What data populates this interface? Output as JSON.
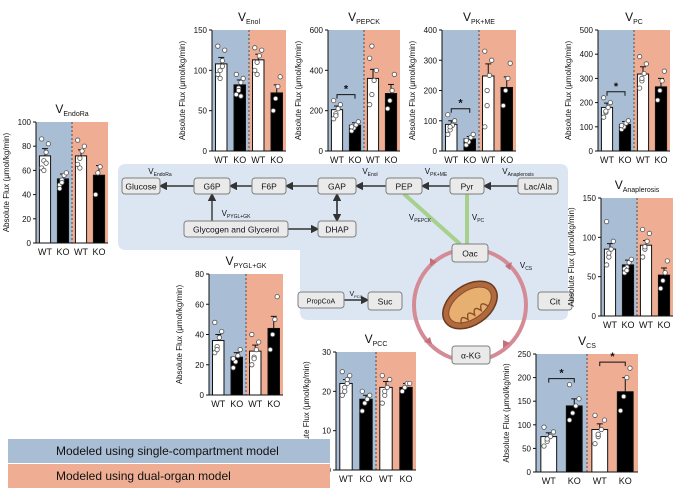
{
  "colors": {
    "single_bg": "#a9bdd4",
    "dual_bg": "#efad94",
    "diagram_bg": "#dbe6f2",
    "box_fill": "#eaeaea",
    "box_stroke": "#7f7f7f",
    "tca_ring": "#d58b95",
    "green_path": "#a8d08d",
    "dot_fill": "#ffffff",
    "bar_wt": "#ffffff",
    "bar_ko": "#000000"
  },
  "legend": {
    "single": "Modeled using single-compartment model",
    "dual": "Modeled using dual-organ model"
  },
  "diagram": {
    "nodes": {
      "glucose": "Glucose",
      "g6p": "G6P",
      "f6p": "F6P",
      "gap": "GAP",
      "pep": "PEP",
      "pyr": "Pyr",
      "lac_ala": "Lac/Ala",
      "glycogen": "Glycogen and Glycerol",
      "dhap": "DHAP",
      "oac": "Oac",
      "cit": "Cit",
      "akg": "α-KG",
      "suc": "Suc",
      "propcoa": "PropCoA"
    },
    "labels": {
      "endora": "V",
      "endora_sub": "EndoRa",
      "enol": "V",
      "enol_sub": "Enol",
      "pkme": "V",
      "pkme_sub": "PK+ME",
      "anapl": "V",
      "anapl_sub": "Anaplerosis",
      "pygl": "V",
      "pygl_sub": "PYGL+GK",
      "pepck": "V",
      "pepck_sub": "PEPCK",
      "pc": "V",
      "pc_sub": "PC",
      "cs": "V",
      "cs_sub": "CS",
      "pcc": "V",
      "pcc_sub": "PCC"
    }
  },
  "chart_data": [
    {
      "type": "bar",
      "id": "endora",
      "title_main": "V",
      "title_sub": "EndoRa",
      "ylabel": "Absolute Flux (μmol/kg/min)",
      "ylim": [
        0,
        100
      ],
      "yticks": [
        0,
        20,
        40,
        60,
        80,
        100
      ],
      "groups": [
        "single-compartment",
        "dual-organ"
      ],
      "categories": [
        "WT",
        "KO",
        "WT",
        "KO"
      ],
      "values": [
        72,
        53,
        72,
        56
      ],
      "errors": [
        6,
        4,
        5,
        8
      ],
      "points": [
        [
          62,
          68,
          75,
          82,
          86,
          60,
          66
        ],
        [
          48,
          52,
          56,
          58,
          45,
          50
        ],
        [
          65,
          70,
          76,
          80,
          85,
          62
        ],
        [
          40,
          58,
          63
        ]
      ],
      "significance": []
    },
    {
      "type": "bar",
      "id": "enol",
      "title_main": "V",
      "title_sub": "Enol",
      "ylabel": "Absolute Flux (μmol/kg/min)",
      "ylim": [
        0,
        150
      ],
      "yticks": [
        0,
        50,
        100,
        150
      ],
      "groups": [
        "single-compartment",
        "dual-organ"
      ],
      "categories": [
        "WT",
        "KO",
        "WT",
        "KO"
      ],
      "values": [
        108,
        82,
        113,
        72
      ],
      "errors": [
        8,
        6,
        7,
        10
      ],
      "points": [
        [
          95,
          100,
          112,
          125,
          130,
          90,
          105
        ],
        [
          70,
          78,
          85,
          90,
          95,
          75,
          68
        ],
        [
          100,
          110,
          118,
          125,
          128,
          95
        ],
        [
          50,
          65,
          80,
          92
        ]
      ],
      "significance": []
    },
    {
      "type": "bar",
      "id": "pepck",
      "title_main": "V",
      "title_sub": "PEPCK",
      "ylabel": "Absolute Flux (μmol/kg/min)",
      "ylim": [
        0,
        600
      ],
      "yticks": [
        0,
        200,
        400,
        600
      ],
      "groups": [
        "single-compartment",
        "dual-organ"
      ],
      "categories": [
        "WT",
        "KO",
        "WT",
        "KO"
      ],
      "values": [
        205,
        128,
        360,
        285
      ],
      "errors": [
        18,
        12,
        45,
        45
      ],
      "points": [
        [
          160,
          185,
          210,
          230,
          250,
          175
        ],
        [
          100,
          115,
          130,
          145,
          120
        ],
        [
          230,
          280,
          350,
          400,
          460,
          520
        ],
        [
          210,
          250,
          300,
          380
        ]
      ],
      "significance": [
        {
          "pair": [
            0,
            1
          ],
          "label": "*"
        }
      ]
    },
    {
      "type": "bar",
      "id": "pkme",
      "title_main": "V",
      "title_sub": "PK+ME",
      "ylabel": "Absolute Flux (μmol/kg/min)",
      "ylim": [
        0,
        400
      ],
      "yticks": [
        0,
        100,
        200,
        300,
        400
      ],
      "groups": [
        "single-compartment",
        "dual-organ"
      ],
      "categories": [
        "WT",
        "KO",
        "WT",
        "KO"
      ],
      "values": [
        88,
        40,
        248,
        210
      ],
      "errors": [
        12,
        8,
        40,
        35
      ],
      "points": [
        [
          55,
          70,
          85,
          100,
          120,
          80
        ],
        [
          20,
          30,
          45,
          55,
          35
        ],
        [
          80,
          150,
          250,
          300,
          330,
          200
        ],
        [
          150,
          200,
          240,
          290
        ]
      ],
      "significance": [
        {
          "pair": [
            0,
            1
          ],
          "label": "*"
        }
      ]
    },
    {
      "type": "bar",
      "id": "pc",
      "title_main": "V",
      "title_sub": "PC",
      "ylabel": "Absolute Flux (μmol/kg/min)",
      "ylim": [
        0,
        500
      ],
      "yticks": [
        0,
        100,
        200,
        300,
        400,
        500
      ],
      "groups": [
        "single-compartment",
        "dual-organ"
      ],
      "categories": [
        "WT",
        "KO",
        "WT",
        "KO"
      ],
      "values": [
        180,
        110,
        318,
        265
      ],
      "errors": [
        18,
        12,
        30,
        35
      ],
      "points": [
        [
          140,
          160,
          180,
          200,
          220,
          165
        ],
        [
          90,
          100,
          115,
          125,
          105
        ],
        [
          260,
          290,
          320,
          360,
          390,
          300
        ],
        [
          210,
          250,
          290,
          330
        ]
      ],
      "significance": [
        {
          "pair": [
            0,
            1
          ],
          "label": "*"
        }
      ]
    },
    {
      "type": "bar",
      "id": "anaplerosis",
      "title_main": "V",
      "title_sub": "Anaplerosis",
      "ylabel": "Absolute Flux (μmol/kg/min)",
      "ylim": [
        0,
        150
      ],
      "yticks": [
        0,
        50,
        100,
        150
      ],
      "groups": [
        "single-compartment",
        "dual-organ"
      ],
      "categories": [
        "WT",
        "KO",
        "WT",
        "KO"
      ],
      "values": [
        85,
        65,
        90,
        52
      ],
      "errors": [
        7,
        6,
        6,
        9
      ],
      "points": [
        [
          65,
          75,
          85,
          95,
          120,
          80
        ],
        [
          55,
          62,
          68,
          72,
          60,
          58
        ],
        [
          75,
          85,
          95,
          105,
          110,
          88
        ],
        [
          35,
          45,
          55,
          70
        ]
      ],
      "significance": []
    },
    {
      "type": "bar",
      "id": "pygl_gk",
      "title_main": "V",
      "title_sub": "PYGL+GK",
      "ylabel": "Absolute Flux (μmol/kg/min)",
      "ylim": [
        0,
        80
      ],
      "yticks": [
        0,
        20,
        40,
        60,
        80
      ],
      "groups": [
        "single-compartment",
        "dual-organ"
      ],
      "categories": [
        "WT",
        "KO",
        "WT",
        "KO"
      ],
      "values": [
        36,
        25,
        29,
        44
      ],
      "errors": [
        4,
        3,
        4,
        8
      ],
      "points": [
        [
          28,
          32,
          38,
          42,
          48,
          30
        ],
        [
          18,
          22,
          26,
          30,
          24
        ],
        [
          20,
          25,
          30,
          35,
          40,
          24
        ],
        [
          30,
          40,
          50,
          65
        ]
      ],
      "significance": []
    },
    {
      "type": "bar",
      "id": "pcc",
      "title_main": "V",
      "title_sub": "PCC",
      "ylabel": "Absolute Flux (μmol/kg/min)",
      "ylim": [
        0,
        30
      ],
      "yticks": [
        0,
        10,
        20,
        30
      ],
      "groups": [
        "single-compartment",
        "dual-organ"
      ],
      "categories": [
        "WT",
        "KO",
        "WT",
        "KO"
      ],
      "values": [
        22,
        18,
        21,
        21
      ],
      "errors": [
        1,
        1,
        1.5,
        1
      ],
      "points": [
        [
          19,
          21,
          22,
          24,
          25,
          20,
          23
        ],
        [
          15,
          17,
          18,
          19,
          20
        ],
        [
          17,
          19,
          21,
          23,
          24,
          20
        ],
        [
          20,
          21,
          22,
          22
        ]
      ],
      "significance": []
    },
    {
      "type": "bar",
      "id": "cs",
      "title_main": "V",
      "title_sub": "CS",
      "ylabel": "Absolute Flux (μmol/kg/min)",
      "ylim": [
        0,
        250
      ],
      "yticks": [
        0,
        50,
        100,
        150,
        200,
        250
      ],
      "groups": [
        "single-compartment",
        "dual-organ"
      ],
      "categories": [
        "WT",
        "KO",
        "WT",
        "KO"
      ],
      "values": [
        75,
        140,
        90,
        170
      ],
      "errors": [
        8,
        15,
        12,
        30
      ],
      "points": [
        [
          55,
          65,
          75,
          85,
          95,
          70
        ],
        [
          110,
          125,
          140,
          155,
          185
        ],
        [
          60,
          75,
          90,
          110,
          120,
          80
        ],
        [
          130,
          160,
          200,
          220
        ]
      ],
      "significance": [
        {
          "pair": [
            0,
            1
          ],
          "label": "*"
        },
        {
          "pair": [
            2,
            3
          ],
          "label": "*"
        }
      ]
    }
  ]
}
